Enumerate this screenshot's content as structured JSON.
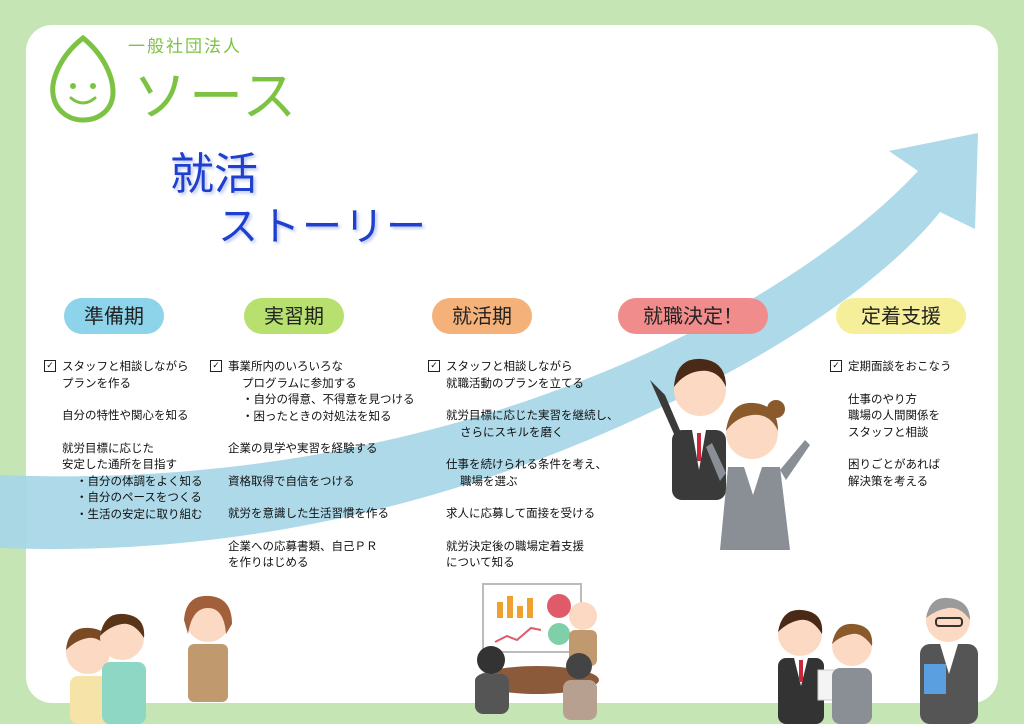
{
  "org": {
    "type": "一般社団法人",
    "name": "ソース"
  },
  "title": {
    "line1": "就活",
    "line2": "ストーリー"
  },
  "colors": {
    "background": "#c5e6b4",
    "arrow": "#9fd3e4",
    "title": "#1f3fcf",
    "logo": "#7cc243"
  },
  "stages": [
    {
      "label": "準備期",
      "color": "#8dd3ea"
    },
    {
      "label": "実習期",
      "color": "#b7e06e"
    },
    {
      "label": "就活期",
      "color": "#f4b27a"
    },
    {
      "label": "就職決定！",
      "color": "#f08c8c"
    },
    {
      "label": "定着支援",
      "color": "#f5ef9a"
    }
  ],
  "columns": [
    {
      "items": [
        {
          "check": true,
          "lines": [
            "スタッフと相談しながら",
            "プランを作る"
          ]
        },
        {
          "check": false,
          "lines": [
            "自分の特性や関心を知る"
          ]
        },
        {
          "check": false,
          "lines": [
            "就労目標に応じた",
            "安定した通所を目指す"
          ],
          "sub": [
            "・自分の体調をよく知る",
            "・自分のペースをつくる",
            "・生活の安定に取り組む"
          ]
        }
      ]
    },
    {
      "items": [
        {
          "check": true,
          "lines": [
            "事業所内のいろいろな",
            "プログラムに参加する"
          ],
          "sub": [
            "・自分の得意、不得意を見つける",
            "・困ったときの対処法を知る"
          ]
        },
        {
          "check": false,
          "lines": [
            "企業の見学や実習を経験する"
          ]
        },
        {
          "check": false,
          "lines": [
            "資格取得で自信をつける"
          ]
        },
        {
          "check": false,
          "lines": [
            "就労を意識した生活習慣を作る"
          ]
        },
        {
          "check": false,
          "lines": [
            "企業への応募書類、自己ＰＲ",
            "を作りはじめる"
          ]
        }
      ]
    },
    {
      "items": [
        {
          "check": true,
          "lines": [
            "スタッフと相談しながら",
            "就職活動のプランを立てる"
          ]
        },
        {
          "check": false,
          "lines": [
            "就労目標に応じた実習を継続し、",
            "さらにスキルを磨く"
          ]
        },
        {
          "check": false,
          "lines": [
            "仕事を続けられる条件を考え、",
            "職場を選ぶ"
          ]
        },
        {
          "check": false,
          "lines": [
            "求人に応募して面接を受ける"
          ]
        },
        {
          "check": false,
          "lines": [
            "就労決定後の職場定着支援",
            "について知る"
          ]
        }
      ]
    },
    {
      "items": [
        {
          "check": true,
          "lines": [
            "定期面談をおこなう"
          ]
        },
        {
          "check": false,
          "lines": [
            "仕事のやり方",
            "職場の人間関係を",
            "スタッフと相談"
          ]
        },
        {
          "check": false,
          "lines": [
            "困りごとがあれば",
            "解決策を考える"
          ]
        }
      ]
    }
  ]
}
